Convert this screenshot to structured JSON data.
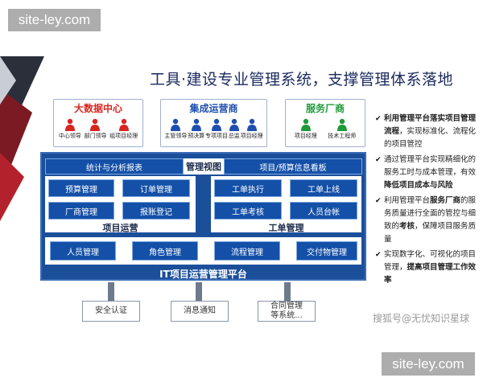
{
  "watermarks": {
    "top": "site-ley.com",
    "bottom": "site-ley.com",
    "sohu": "搜狐号@无忧知识星球"
  },
  "title": "工具·建设专业管理系统，支撑管理体系落地",
  "groups": [
    {
      "title": "大数据中心",
      "color": "#d7261f",
      "people": [
        "中心领导",
        "部门领导",
        "组项目经理"
      ]
    },
    {
      "title": "集成运营商",
      "color": "#1d4fb0",
      "people": [
        "主管领导",
        "预决算",
        "专项项目",
        "总监",
        "项目经理"
      ]
    },
    {
      "title": "服务厂商",
      "color": "#1f9a3a",
      "people": [
        "项目经理",
        "技术工程师"
      ]
    }
  ],
  "platform": {
    "bar_left": "统计与分析报表",
    "bar_mid": "管理视图",
    "bar_right": "项目/预算信息看板",
    "left_cells": [
      "预算管理",
      "订单管理",
      "厂商管理",
      "报账登记"
    ],
    "left_label": "项目运营",
    "right_cells": [
      "工单执行",
      "工单上线",
      "工单考核",
      "人员台帐"
    ],
    "right_label": "工单管理",
    "bottom_cells": [
      "人员管理",
      "角色管理",
      "流程管理",
      "交付物管理"
    ],
    "footer": "IT项目运营管理平台"
  },
  "integrations": [
    "安全认证",
    "消息通知",
    "合同管理\n等系统..."
  ],
  "bullets": [
    {
      "segments": [
        {
          "t": "利用管理平台落实项目管理流程",
          "b": true
        },
        {
          "t": "，实现标准化、流程化的项目管控",
          "b": false
        }
      ]
    },
    {
      "segments": [
        {
          "t": "通过管理平台实现精细化的服务工时与成本管理，有效",
          "b": false
        },
        {
          "t": "降低项目成本与风险",
          "b": true
        }
      ]
    },
    {
      "segments": [
        {
          "t": "利用管理平台",
          "b": false
        },
        {
          "t": "服务厂商",
          "b": true
        },
        {
          "t": "的服务质量进行全面的管控与细致的",
          "b": false
        },
        {
          "t": "考核",
          "b": true
        },
        {
          "t": "，保障项目服务质量",
          "b": false
        }
      ]
    },
    {
      "segments": [
        {
          "t": "实现数字化、可视化的项目管理，",
          "b": false
        },
        {
          "t": "提高项目管理工作效率",
          "b": true
        }
      ]
    }
  ],
  "colors": {
    "navy": "#1b4f9a",
    "cell": "#1450a8",
    "red": "#d7261f",
    "blue": "#1d4fb0",
    "green": "#1f9a3a"
  }
}
